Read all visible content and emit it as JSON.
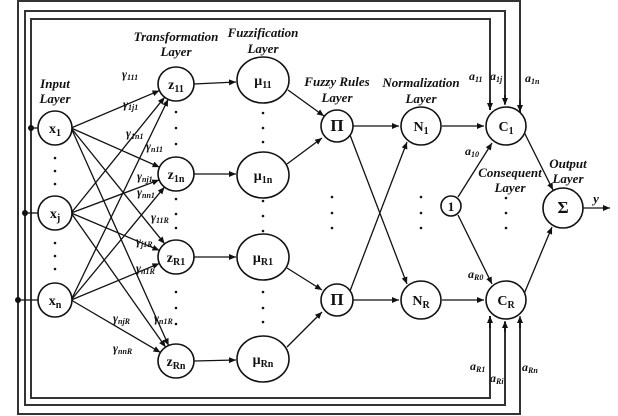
{
  "diagram": {
    "type": "neuro-fuzzy network architecture",
    "layers": {
      "input": "Input Layer",
      "transformation": "Transformation Layer",
      "fuzzification": "Fuzzification Layer",
      "fuzzy_rules": "Fuzzy Rules Layer",
      "normalization": "Normalization Layer",
      "consequent": "Consequent Layer",
      "output": "Output Layer"
    },
    "layer_lines": {
      "input": [
        "Input",
        "Layer"
      ],
      "transformation": [
        "Transformation",
        "Layer"
      ],
      "fuzzification": [
        "Fuzzification",
        "Layer"
      ],
      "fuzzy_rules": [
        "Fuzzy Rules",
        "Layer"
      ],
      "normalization": [
        "Normalization",
        "Layer"
      ],
      "consequent": [
        "Consequent",
        "Layer"
      ],
      "output": [
        "Output",
        "Layer"
      ]
    },
    "nodes": {
      "inputs": [
        {
          "id": "x1",
          "base": "x",
          "sub": "1"
        },
        {
          "id": "xj",
          "base": "x",
          "sub": "j"
        },
        {
          "id": "xn",
          "base": "x",
          "sub": "n"
        }
      ],
      "transform": [
        {
          "id": "z11",
          "base": "z",
          "sub": "11"
        },
        {
          "id": "z1n",
          "base": "z",
          "sub": "1n"
        },
        {
          "id": "zR1",
          "base": "z",
          "sub": "R1"
        },
        {
          "id": "zRn",
          "base": "z",
          "sub": "Rn"
        }
      ],
      "fuzzify": [
        {
          "id": "mu11",
          "base": "μ",
          "sub": "11"
        },
        {
          "id": "mu1n",
          "base": "μ",
          "sub": "1n"
        },
        {
          "id": "muR1",
          "base": "μ",
          "sub": "R1"
        },
        {
          "id": "muRn",
          "base": "μ",
          "sub": "Rn"
        }
      ],
      "rules": [
        {
          "id": "pi1",
          "base": "Π",
          "sub": ""
        },
        {
          "id": "piR",
          "base": "Π",
          "sub": ""
        }
      ],
      "normalize": [
        {
          "id": "N1",
          "base": "N",
          "sub": "1"
        },
        {
          "id": "NR",
          "base": "N",
          "sub": "R"
        }
      ],
      "bias": {
        "id": "one",
        "base": "1",
        "sub": ""
      },
      "consequent": [
        {
          "id": "C1",
          "base": "C",
          "sub": "1"
        },
        {
          "id": "CR",
          "base": "C",
          "sub": "R"
        }
      ],
      "output": {
        "id": "sigma",
        "base": "Σ",
        "sub": ""
      }
    },
    "output_label": "y",
    "gamma_labels": [
      {
        "base": "γ",
        "sub": "111"
      },
      {
        "base": "γ",
        "sub": "1j1"
      },
      {
        "base": "γ",
        "sub": "1n1"
      },
      {
        "base": "γ",
        "sub": "n11"
      },
      {
        "base": "γ",
        "sub": "nj1"
      },
      {
        "base": "γ",
        "sub": "nn1"
      },
      {
        "base": "γ",
        "sub": "11R"
      },
      {
        "base": "γ",
        "sub": "j1R"
      },
      {
        "base": "γ",
        "sub": "n1R"
      },
      {
        "base": "γ",
        "sub": "n1R"
      },
      {
        "base": "γ",
        "sub": "njR"
      },
      {
        "base": "γ",
        "sub": "nnR"
      }
    ],
    "a_labels": {
      "a11": {
        "base": "a",
        "sub": "11"
      },
      "a1j": {
        "base": "a",
        "sub": "1j"
      },
      "a1n": {
        "base": "a",
        "sub": "1n"
      },
      "a10": {
        "base": "a",
        "sub": "10"
      },
      "aR0": {
        "base": "a",
        "sub": "R0"
      },
      "aR1": {
        "base": "a",
        "sub": "R1"
      },
      "aRi": {
        "base": "a",
        "sub": "Ri"
      },
      "aRn": {
        "base": "a",
        "sub": "Rn"
      }
    },
    "ellipsis": "·"
  }
}
